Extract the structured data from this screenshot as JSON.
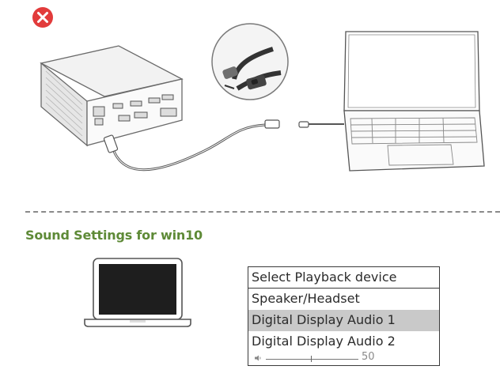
{
  "status": {
    "icon": "x-icon",
    "color": "#e23b3b",
    "meaning": "incorrect connection"
  },
  "heading": {
    "text": "Sound Settings for win10",
    "color": "#5e8a37"
  },
  "playback": {
    "title": "Select Playback device",
    "devices": [
      {
        "label": "Speaker/Headset",
        "selected": false
      },
      {
        "label": "Digital Display Audio 1",
        "selected": true
      },
      {
        "label": "Digital Display Audio 2",
        "selected": false
      }
    ],
    "volume": {
      "value": "50",
      "icon": "speaker-icon"
    }
  }
}
